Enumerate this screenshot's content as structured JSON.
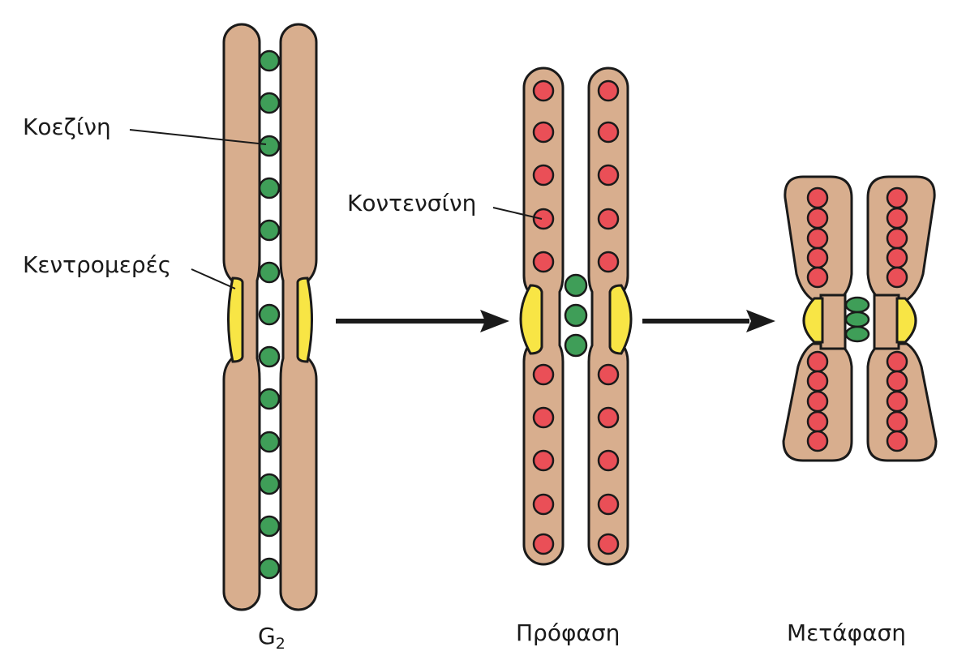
{
  "labels": {
    "cohesin": "Κοεζίνη",
    "condensin": "Κοντενσίνη",
    "centromere": "Κεντρομερές"
  },
  "stages": {
    "g2": "G",
    "g2_subscript": "2",
    "prophase": "Πρόφαση",
    "metaphase": "Μετάφαση"
  },
  "colors": {
    "chromatid": "#d8ae8e",
    "centromere": "#f8e545",
    "cohesin": "#3f9e58",
    "condensin": "#ea4f57",
    "outline": "#1a1a1a"
  }
}
